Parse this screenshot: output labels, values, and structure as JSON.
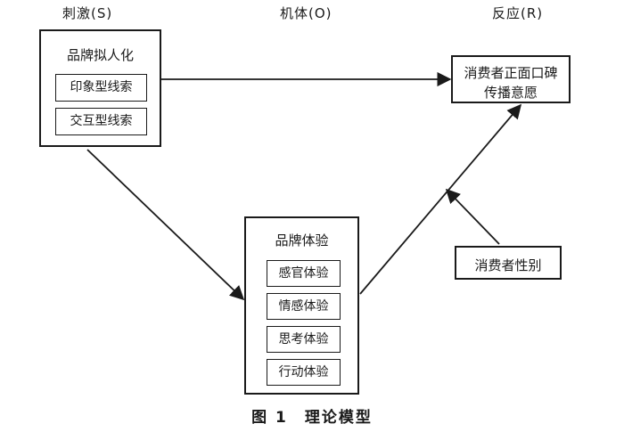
{
  "headers": {
    "stimulus": "刺激(S)",
    "organism": "机体(O)",
    "response": "反应(R)"
  },
  "stimulus_box": {
    "title": "品牌拟人化",
    "items": [
      "印象型线索",
      "交互型线索"
    ]
  },
  "experience_box": {
    "title": "品牌体验",
    "items": [
      "感官体验",
      "情感体验",
      "思考体验",
      "行动体验"
    ]
  },
  "response_box": {
    "line1": "消费者正面口碑",
    "line2": "传播意愿"
  },
  "moderator_box": {
    "label": "消费者性别"
  },
  "caption": "图 1　理论模型"
}
